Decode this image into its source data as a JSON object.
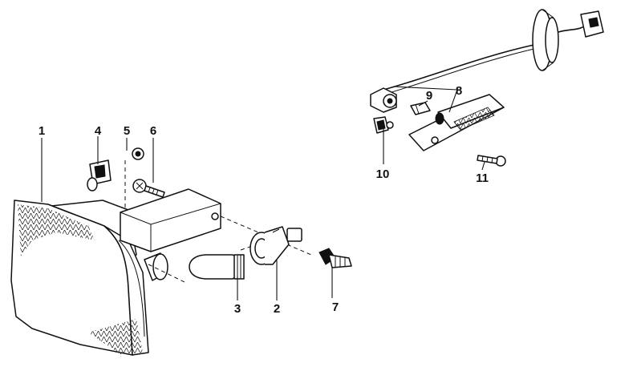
{
  "diagram": {
    "callouts": [
      "1",
      "2",
      "3",
      "4",
      "5",
      "6",
      "7",
      "8",
      "9",
      "10",
      "11"
    ]
  },
  "colors": {
    "ink": "#111111",
    "paper": "#ffffff"
  },
  "icons": {
    "part-1": "turn-signal-lens-housing",
    "part-2": "bulb-socket",
    "part-3": "bulb",
    "part-4": "retaining-clip",
    "part-5": "nut",
    "part-6": "screw",
    "part-7": "socket-connector",
    "part-8": "side-repeater-with-wiring",
    "part-9": "side-repeater-bulb",
    "part-10": "side-repeater-socket",
    "part-11": "side-repeater-screw"
  }
}
